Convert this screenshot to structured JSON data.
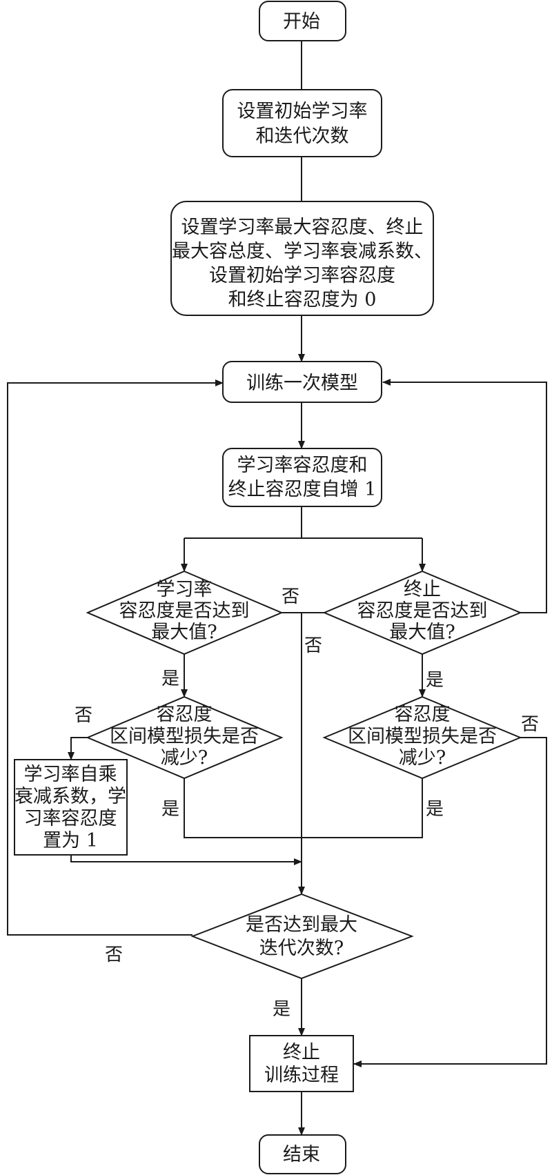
{
  "nodes": {
    "start": "开始",
    "init1": [
      "设置初始学习率",
      "和迭代次数"
    ],
    "init2": [
      "设置学习率最大容忍度、终止",
      "最大容总度、学习率衰减系数、",
      "设置初始学习率容忍度",
      "和终止容忍度为 0"
    ],
    "train": "训练一次模型",
    "incr": [
      "学习率容忍度和",
      "终止容忍度自增 1"
    ],
    "d_lr_max": [
      "学习率",
      "容忍度是否达到",
      "最大值?"
    ],
    "d_stop_max": [
      "终止",
      "容忍度是否达到",
      "最大值?"
    ],
    "d_lr_loss": [
      "容忍度",
      "区间模型损失是否",
      "减少?"
    ],
    "d_stop_loss": [
      "容忍度",
      "区间模型损失是否",
      "减少?"
    ],
    "decay": [
      "学习率自乘",
      "衰减系数，学",
      "习率容忍度",
      "置为 1"
    ],
    "d_iter": [
      "是否达到最大",
      "迭代次数?"
    ],
    "stop": [
      "终止",
      "训练过程"
    ],
    "end": "结束"
  },
  "edge_labels": {
    "yes": "是",
    "no": "否"
  }
}
